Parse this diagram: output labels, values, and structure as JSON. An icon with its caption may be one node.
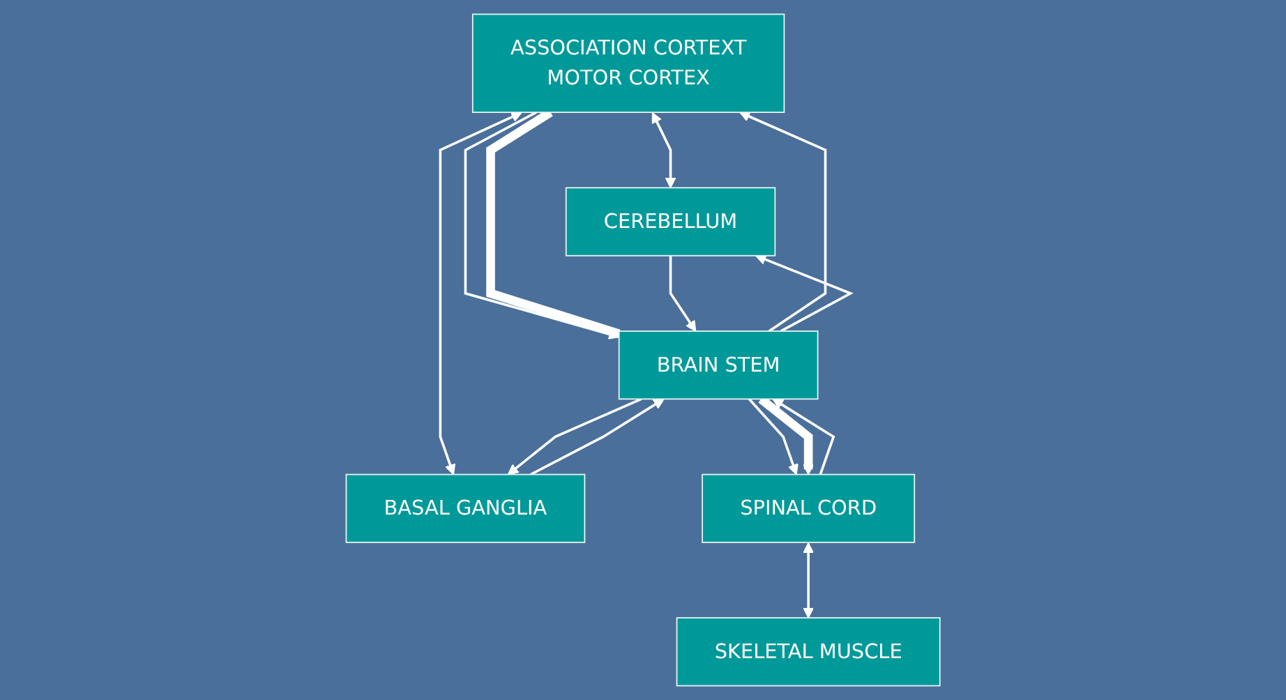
{
  "diagram": {
    "nodes": [
      {
        "text": [
          "ASSOCIATION CORTEXT",
          "MOTOR CORTEX"
        ]
      },
      {
        "text": [
          "CEREBELLUM"
        ]
      },
      {
        "text": [
          "BASAL GANGLIA"
        ]
      },
      {
        "text": [
          "BRAIN STEM"
        ]
      },
      {
        "text": [
          "SPINAL CORD"
        ]
      },
      {
        "text": [
          "SKELETAL MUSCLE"
        ]
      }
    ],
    "edges": [
      {
        "from": 0,
        "to": 1,
        "arrow": "both"
      },
      {
        "from": 0,
        "to": 2,
        "arrow": "both"
      },
      {
        "from": 0,
        "to": 3,
        "arrow": "to"
      },
      {
        "from": 0,
        "to": 3,
        "arrow": "none",
        "style": "thick"
      },
      {
        "from": 3,
        "to": 0,
        "arrow": "to"
      },
      {
        "from": 1,
        "to": 3,
        "arrow": "to"
      },
      {
        "from": 3,
        "to": 1,
        "arrow": "to"
      },
      {
        "from": 3,
        "to": 2,
        "arrow": "to"
      },
      {
        "from": 2,
        "to": 3,
        "arrow": "to"
      },
      {
        "from": 3,
        "to": 4,
        "arrow": "to"
      },
      {
        "from": 3,
        "to": 4,
        "arrow": "to",
        "style": "thick"
      },
      {
        "from": 4,
        "to": 3,
        "arrow": "to"
      },
      {
        "from": 4,
        "to": 5,
        "arrow": "both"
      }
    ]
  }
}
